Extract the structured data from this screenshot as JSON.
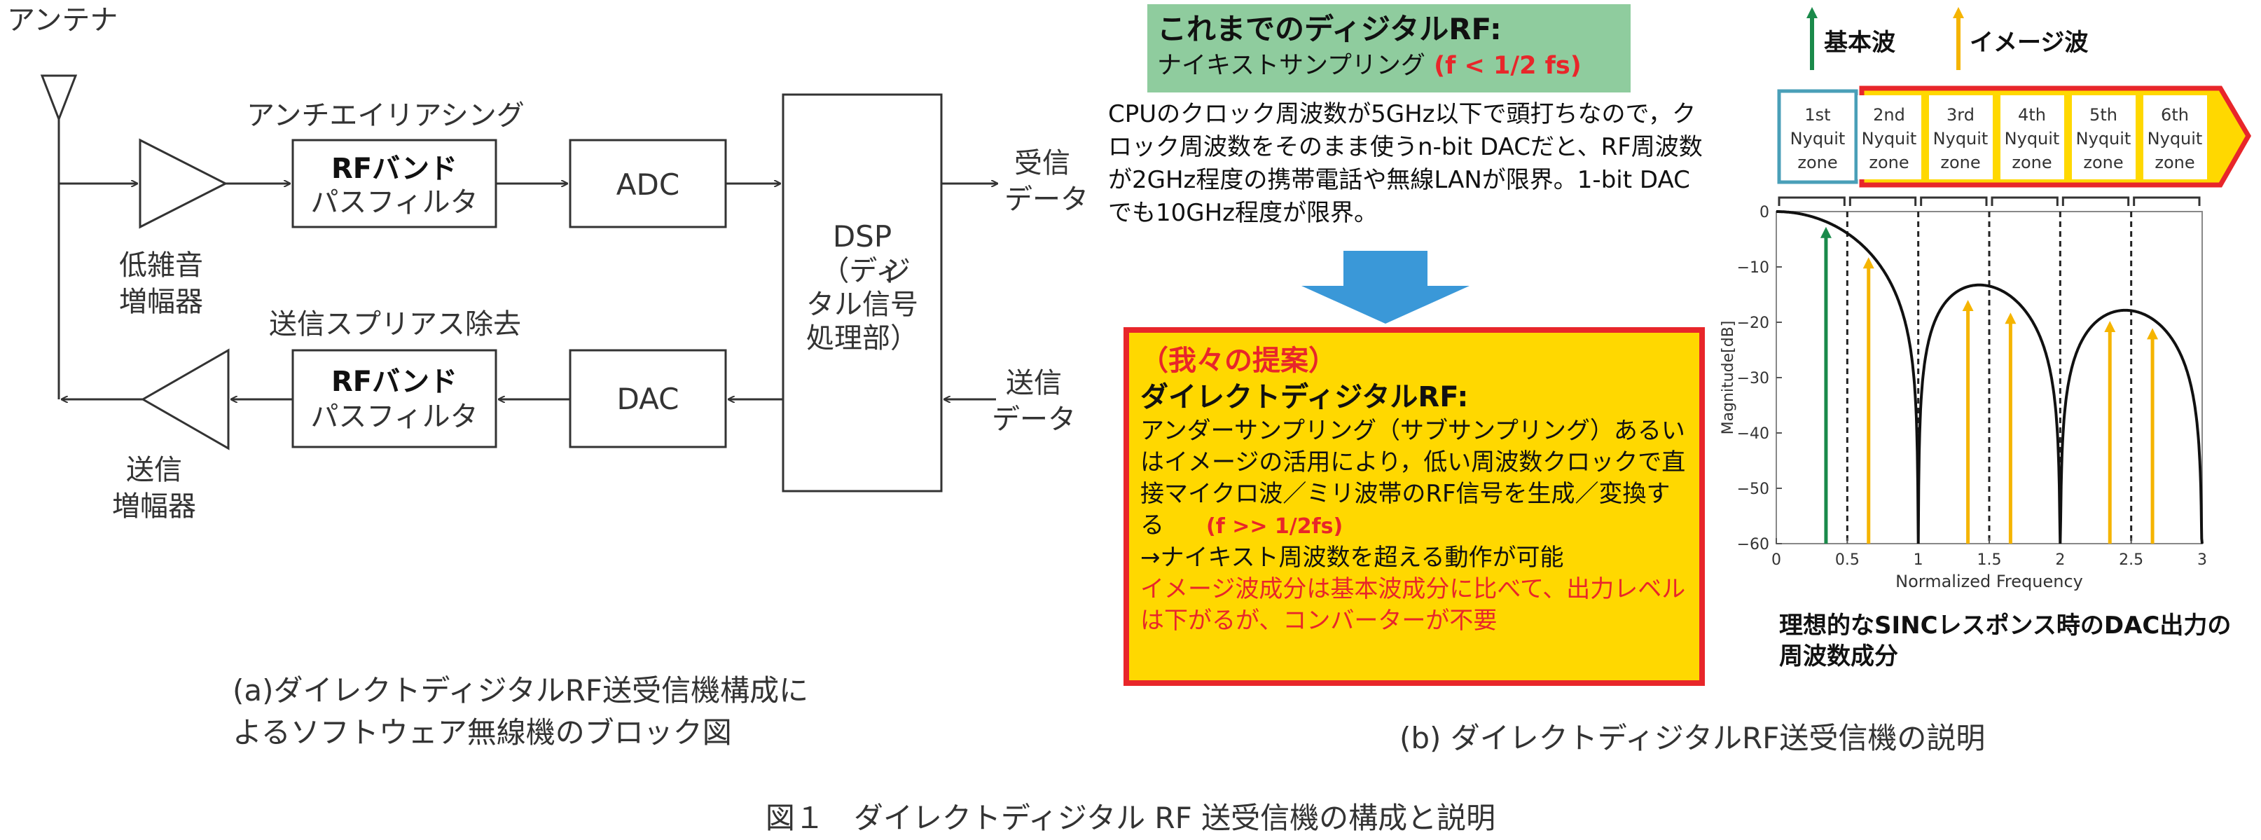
{
  "left": {
    "antenna_label": "アンテナ",
    "lna_label": [
      "低雑音",
      "増幅器"
    ],
    "pa_label": [
      "送信",
      "増幅器"
    ],
    "antialias_label": "アンチエイリアシング",
    "spur_label": "送信スプリアス除去",
    "rf_filter_rx": [
      "RFバンド",
      "パスフィルタ"
    ],
    "rf_filter_tx": [
      "RFバンド",
      "パスフィルタ"
    ],
    "adc": "ADC",
    "dac": "DAC",
    "dsp_title": "DSP",
    "dsp_sub": [
      "（ディ",
      "ジ",
      "タル信号",
      "処理部）"
    ],
    "rx_data": [
      "受信",
      "データ"
    ],
    "tx_data": [
      "送信",
      "データ"
    ],
    "caption_a": [
      "(a)ダイレクトディジタルRF送受信機構成に",
      "よるソフトウェア無線機のブロック図"
    ]
  },
  "middle": {
    "green_title": "これまでのディジタルRF:",
    "green_sub": "ナイキストサンプリング",
    "green_sub_red": " (f < 1/2 fs)",
    "cpu_text": "CPUのクロック周波数が5GHz以下で頭打ちなので，クロック周波数をそのまま使うn-bit DACだと、RF周波数が2GHz程度の携帯電話や無線LANが限界。1-bit DACでも10GHz程度が限界。",
    "proposal_head": "（我々の提案）",
    "proposal_title": "ダイレクトディジタルRF:",
    "proposal_body": "アンダーサンプリング（サブサンプリング）あるいはイメージの活用により，低い周波数クロックで直接マイクロ波／ミリ波帯のRF信号を生成／変換する",
    "proposal_formula": "(f >> 1/2fs)",
    "proposal_arrow_line": "→ナイキスト周波数を超える動作が可能",
    "proposal_red": "イメージ波成分は基本波成分に比べて、出力レベルは下がるが、コンバーターが不要",
    "caption_b": "(b) ダイレクトディジタルRF送受信機の説明"
  },
  "right": {
    "legend_fund": "基本波",
    "legend_image": "イメージ波",
    "zones": [
      {
        "l1": "1st",
        "l2": "Nyquit",
        "l3": "zone"
      },
      {
        "l1": "2nd",
        "l2": "Nyquit",
        "l3": "zone"
      },
      {
        "l1": "3rd",
        "l2": "Nyquit",
        "l3": "zone"
      },
      {
        "l1": "4th",
        "l2": "Nyquit",
        "l3": "zone"
      },
      {
        "l1": "5th",
        "l2": "Nyquit",
        "l3": "zone"
      },
      {
        "l1": "6th",
        "l2": "Nyquit",
        "l3": "zone"
      }
    ],
    "chart_caption": [
      "理想的なSINCレスポンス時のDAC出力の",
      "周波数成分"
    ]
  },
  "figure_caption": "図１　ダイレクトディジタル RF 送受信機の構成と説明",
  "colors": {
    "fundamental": "#1a8a4a",
    "image": "#f5b400",
    "proposal_bg": "#ffd800",
    "proposal_border": "#e8262a",
    "green_box": "#8fcc9e",
    "arrow_blue": "#3a98d8"
  },
  "chart_data": {
    "type": "line",
    "title": "",
    "xlabel": "Normalized Frequency",
    "ylabel": "Magnitude[dB]",
    "xlim": [
      0,
      3
    ],
    "ylim": [
      -60,
      0
    ],
    "xticks": [
      "0",
      "0.5",
      "1",
      "1.5",
      "2",
      "2.5",
      "3"
    ],
    "yticks": [
      "0",
      "−10",
      "−20",
      "−30",
      "−40",
      "−50",
      "−60"
    ],
    "series": [
      {
        "function": "20*log10(|sin(pi*x)/(pi*x)|)"
      }
    ],
    "dashed_lines_x": [
      0.5,
      1,
      1.5,
      2,
      2.5
    ],
    "fundamental_arrows": [
      {
        "x": 0.35,
        "y": -2
      }
    ],
    "image_arrows": [
      {
        "x": 0.65,
        "y": -7.5
      },
      {
        "x": 1.35,
        "y": -15.2
      },
      {
        "x": 1.65,
        "y": -17.5
      },
      {
        "x": 2.35,
        "y": -19.0
      },
      {
        "x": 2.65,
        "y": -20.3
      }
    ]
  }
}
